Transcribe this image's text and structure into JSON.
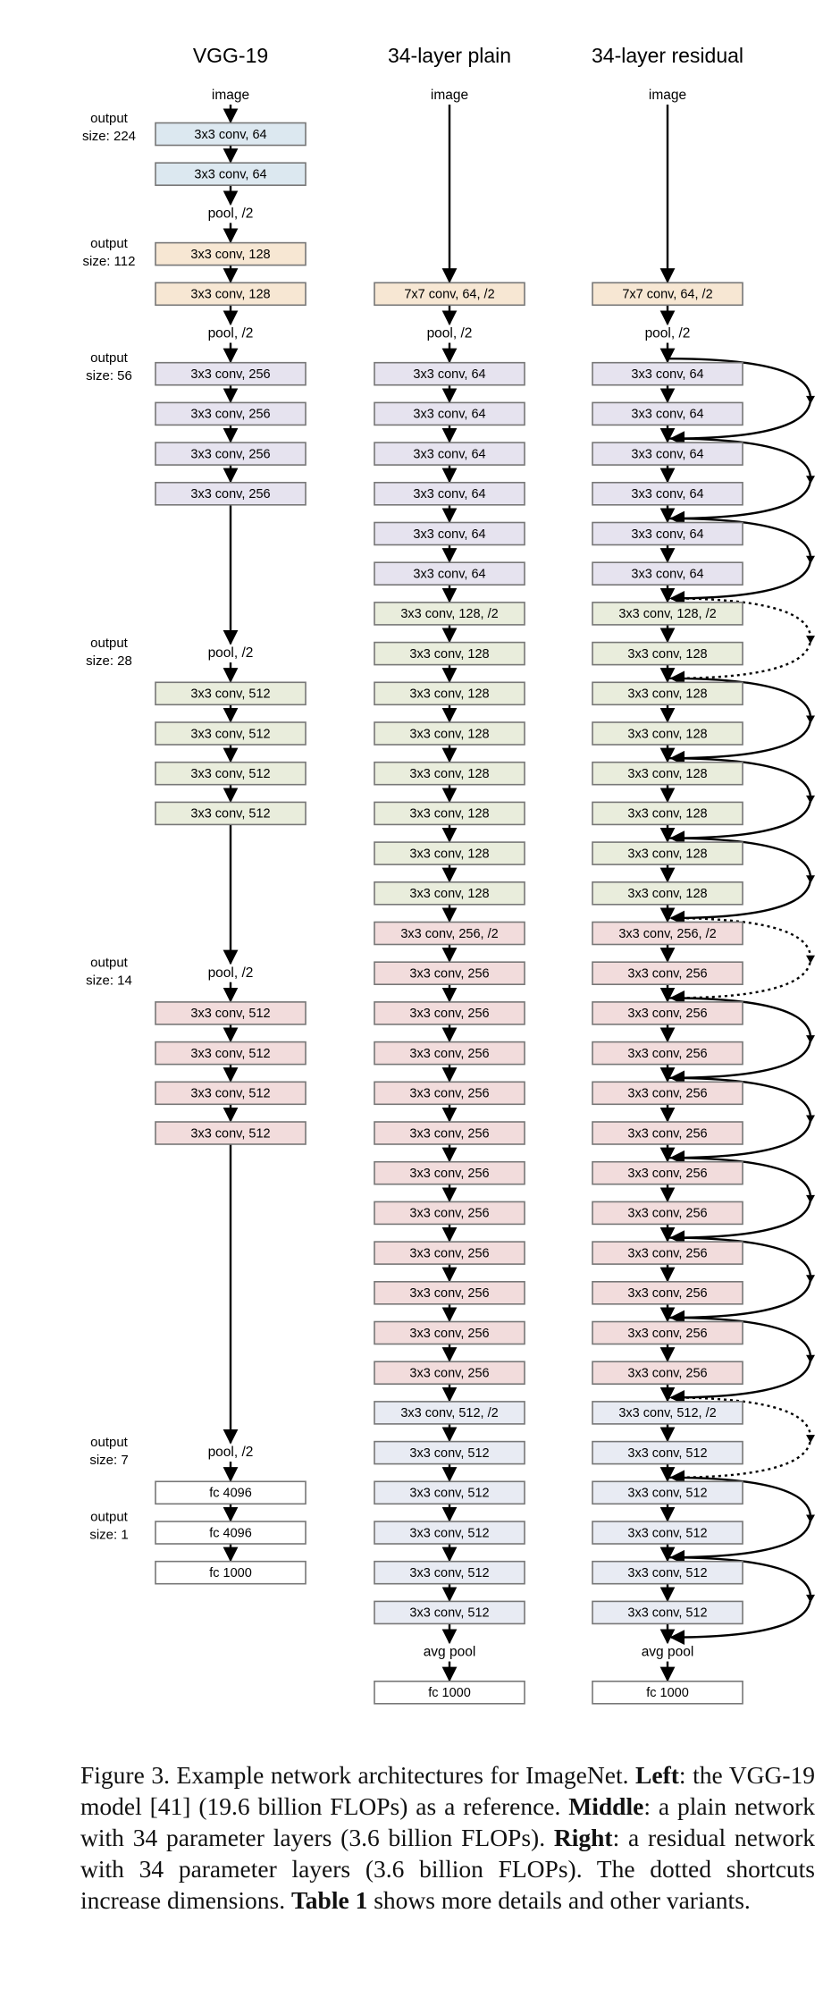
{
  "columns": [
    {
      "id": "vgg",
      "title": "VGG-19",
      "input_label": "image",
      "layers": [
        {
          "kind": "box",
          "label": "3x3 conv, 64",
          "color": "#dce8f0"
        },
        {
          "kind": "box",
          "label": "3x3 conv, 64",
          "color": "#dce8f0"
        },
        {
          "kind": "text",
          "label": "pool, /2"
        },
        {
          "kind": "box",
          "label": "3x3 conv, 128",
          "color": "#f7e7d3"
        },
        {
          "kind": "box",
          "label": "3x3 conv, 128",
          "color": "#f7e7d3"
        },
        {
          "kind": "text",
          "label": "pool, /2"
        },
        {
          "kind": "box",
          "label": "3x3 conv, 256",
          "color": "#e6e3ef"
        },
        {
          "kind": "box",
          "label": "3x3 conv, 256",
          "color": "#e6e3ef"
        },
        {
          "kind": "box",
          "label": "3x3 conv, 256",
          "color": "#e6e3ef"
        },
        {
          "kind": "box",
          "label": "3x3 conv, 256",
          "color": "#e6e3ef"
        },
        {
          "kind": "text",
          "label": "pool, /2"
        },
        {
          "kind": "box",
          "label": "3x3 conv, 512",
          "color": "#e9eddc"
        },
        {
          "kind": "box",
          "label": "3x3 conv, 512",
          "color": "#e9eddc"
        },
        {
          "kind": "box",
          "label": "3x3 conv, 512",
          "color": "#e9eddc"
        },
        {
          "kind": "box",
          "label": "3x3 conv, 512",
          "color": "#e9eddc"
        },
        {
          "kind": "text",
          "label": "pool, /2"
        },
        {
          "kind": "box",
          "label": "3x3 conv, 512",
          "color": "#f2dcdc"
        },
        {
          "kind": "box",
          "label": "3x3 conv, 512",
          "color": "#f2dcdc"
        },
        {
          "kind": "box",
          "label": "3x3 conv, 512",
          "color": "#f2dcdc"
        },
        {
          "kind": "box",
          "label": "3x3 conv, 512",
          "color": "#f2dcdc"
        },
        {
          "kind": "text",
          "label": "pool, /2"
        },
        {
          "kind": "box",
          "label": "fc 4096",
          "color": "#ffffff"
        },
        {
          "kind": "box",
          "label": "fc 4096",
          "color": "#ffffff"
        },
        {
          "kind": "box",
          "label": "fc 1000",
          "color": "#ffffff"
        }
      ]
    },
    {
      "id": "plain",
      "title": "34-layer plain",
      "input_label": "image",
      "layers": [
        {
          "kind": "box",
          "label": "7x7 conv, 64, /2",
          "color": "#f7e7d3"
        },
        {
          "kind": "text",
          "label": "pool, /2"
        },
        {
          "kind": "box",
          "label": "3x3 conv, 64",
          "color": "#e6e3ef"
        },
        {
          "kind": "box",
          "label": "3x3 conv, 64",
          "color": "#e6e3ef"
        },
        {
          "kind": "box",
          "label": "3x3 conv, 64",
          "color": "#e6e3ef"
        },
        {
          "kind": "box",
          "label": "3x3 conv, 64",
          "color": "#e6e3ef"
        },
        {
          "kind": "box",
          "label": "3x3 conv, 64",
          "color": "#e6e3ef"
        },
        {
          "kind": "box",
          "label": "3x3 conv, 64",
          "color": "#e6e3ef"
        },
        {
          "kind": "box",
          "label": "3x3 conv, 128, /2",
          "color": "#e9eddc"
        },
        {
          "kind": "box",
          "label": "3x3 conv, 128",
          "color": "#e9eddc"
        },
        {
          "kind": "box",
          "label": "3x3 conv, 128",
          "color": "#e9eddc"
        },
        {
          "kind": "box",
          "label": "3x3 conv, 128",
          "color": "#e9eddc"
        },
        {
          "kind": "box",
          "label": "3x3 conv, 128",
          "color": "#e9eddc"
        },
        {
          "kind": "box",
          "label": "3x3 conv, 128",
          "color": "#e9eddc"
        },
        {
          "kind": "box",
          "label": "3x3 conv, 128",
          "color": "#e9eddc"
        },
        {
          "kind": "box",
          "label": "3x3 conv, 128",
          "color": "#e9eddc"
        },
        {
          "kind": "box",
          "label": "3x3 conv, 256, /2",
          "color": "#f2dcdc"
        },
        {
          "kind": "box",
          "label": "3x3 conv, 256",
          "color": "#f2dcdc"
        },
        {
          "kind": "box",
          "label": "3x3 conv, 256",
          "color": "#f2dcdc"
        },
        {
          "kind": "box",
          "label": "3x3 conv, 256",
          "color": "#f2dcdc"
        },
        {
          "kind": "box",
          "label": "3x3 conv, 256",
          "color": "#f2dcdc"
        },
        {
          "kind": "box",
          "label": "3x3 conv, 256",
          "color": "#f2dcdc"
        },
        {
          "kind": "box",
          "label": "3x3 conv, 256",
          "color": "#f2dcdc"
        },
        {
          "kind": "box",
          "label": "3x3 conv, 256",
          "color": "#f2dcdc"
        },
        {
          "kind": "box",
          "label": "3x3 conv, 256",
          "color": "#f2dcdc"
        },
        {
          "kind": "box",
          "label": "3x3 conv, 256",
          "color": "#f2dcdc"
        },
        {
          "kind": "box",
          "label": "3x3 conv, 256",
          "color": "#f2dcdc"
        },
        {
          "kind": "box",
          "label": "3x3 conv, 256",
          "color": "#f2dcdc"
        },
        {
          "kind": "box",
          "label": "3x3 conv, 512, /2",
          "color": "#e8ebf3"
        },
        {
          "kind": "box",
          "label": "3x3 conv, 512",
          "color": "#e8ebf3"
        },
        {
          "kind": "box",
          "label": "3x3 conv, 512",
          "color": "#e8ebf3"
        },
        {
          "kind": "box",
          "label": "3x3 conv, 512",
          "color": "#e8ebf3"
        },
        {
          "kind": "box",
          "label": "3x3 conv, 512",
          "color": "#e8ebf3"
        },
        {
          "kind": "box",
          "label": "3x3 conv, 512",
          "color": "#e8ebf3"
        },
        {
          "kind": "text",
          "label": "avg pool"
        },
        {
          "kind": "box",
          "label": "fc 1000",
          "color": "#ffffff"
        }
      ]
    },
    {
      "id": "residual",
      "title": "34-layer residual",
      "input_label": "image",
      "layers": [
        {
          "kind": "box",
          "label": "7x7 conv, 64, /2",
          "color": "#f7e7d3"
        },
        {
          "kind": "text",
          "label": "pool, /2"
        },
        {
          "kind": "box",
          "label": "3x3 conv, 64",
          "color": "#e6e3ef"
        },
        {
          "kind": "box",
          "label": "3x3 conv, 64",
          "color": "#e6e3ef"
        },
        {
          "kind": "box",
          "label": "3x3 conv, 64",
          "color": "#e6e3ef"
        },
        {
          "kind": "box",
          "label": "3x3 conv, 64",
          "color": "#e6e3ef"
        },
        {
          "kind": "box",
          "label": "3x3 conv, 64",
          "color": "#e6e3ef"
        },
        {
          "kind": "box",
          "label": "3x3 conv, 64",
          "color": "#e6e3ef"
        },
        {
          "kind": "box",
          "label": "3x3 conv, 128, /2",
          "color": "#e9eddc"
        },
        {
          "kind": "box",
          "label": "3x3 conv, 128",
          "color": "#e9eddc"
        },
        {
          "kind": "box",
          "label": "3x3 conv, 128",
          "color": "#e9eddc"
        },
        {
          "kind": "box",
          "label": "3x3 conv, 128",
          "color": "#e9eddc"
        },
        {
          "kind": "box",
          "label": "3x3 conv, 128",
          "color": "#e9eddc"
        },
        {
          "kind": "box",
          "label": "3x3 conv, 128",
          "color": "#e9eddc"
        },
        {
          "kind": "box",
          "label": "3x3 conv, 128",
          "color": "#e9eddc"
        },
        {
          "kind": "box",
          "label": "3x3 conv, 128",
          "color": "#e9eddc"
        },
        {
          "kind": "box",
          "label": "3x3 conv, 256, /2",
          "color": "#f2dcdc"
        },
        {
          "kind": "box",
          "label": "3x3 conv, 256",
          "color": "#f2dcdc"
        },
        {
          "kind": "box",
          "label": "3x3 conv, 256",
          "color": "#f2dcdc"
        },
        {
          "kind": "box",
          "label": "3x3 conv, 256",
          "color": "#f2dcdc"
        },
        {
          "kind": "box",
          "label": "3x3 conv, 256",
          "color": "#f2dcdc"
        },
        {
          "kind": "box",
          "label": "3x3 conv, 256",
          "color": "#f2dcdc"
        },
        {
          "kind": "box",
          "label": "3x3 conv, 256",
          "color": "#f2dcdc"
        },
        {
          "kind": "box",
          "label": "3x3 conv, 256",
          "color": "#f2dcdc"
        },
        {
          "kind": "box",
          "label": "3x3 conv, 256",
          "color": "#f2dcdc"
        },
        {
          "kind": "box",
          "label": "3x3 conv, 256",
          "color": "#f2dcdc"
        },
        {
          "kind": "box",
          "label": "3x3 conv, 256",
          "color": "#f2dcdc"
        },
        {
          "kind": "box",
          "label": "3x3 conv, 256",
          "color": "#f2dcdc"
        },
        {
          "kind": "box",
          "label": "3x3 conv, 512, /2",
          "color": "#e8ebf3"
        },
        {
          "kind": "box",
          "label": "3x3 conv, 512",
          "color": "#e8ebf3"
        },
        {
          "kind": "box",
          "label": "3x3 conv, 512",
          "color": "#e8ebf3"
        },
        {
          "kind": "box",
          "label": "3x3 conv, 512",
          "color": "#e8ebf3"
        },
        {
          "kind": "box",
          "label": "3x3 conv, 512",
          "color": "#e8ebf3"
        },
        {
          "kind": "box",
          "label": "3x3 conv, 512",
          "color": "#e8ebf3"
        },
        {
          "kind": "text",
          "label": "avg pool"
        },
        {
          "kind": "box",
          "label": "fc 1000",
          "color": "#ffffff"
        }
      ],
      "shortcuts": [
        {
          "from": 2,
          "to": 4,
          "style": "solid"
        },
        {
          "from": 4,
          "to": 6,
          "style": "solid"
        },
        {
          "from": 6,
          "to": 8,
          "style": "solid"
        },
        {
          "from": 8,
          "to": 10,
          "style": "dotted"
        },
        {
          "from": 10,
          "to": 12,
          "style": "solid"
        },
        {
          "from": 12,
          "to": 14,
          "style": "solid"
        },
        {
          "from": 14,
          "to": 16,
          "style": "solid"
        },
        {
          "from": 16,
          "to": 18,
          "style": "dotted"
        },
        {
          "from": 18,
          "to": 20,
          "style": "solid"
        },
        {
          "from": 20,
          "to": 22,
          "style": "solid"
        },
        {
          "from": 22,
          "to": 24,
          "style": "solid"
        },
        {
          "from": 24,
          "to": 26,
          "style": "solid"
        },
        {
          "from": 26,
          "to": 28,
          "style": "solid"
        },
        {
          "from": 28,
          "to": 30,
          "style": "dotted"
        },
        {
          "from": 30,
          "to": 32,
          "style": "solid"
        },
        {
          "from": 32,
          "to": 34,
          "style": "solid"
        }
      ]
    }
  ],
  "output_sizes": [
    {
      "line1": "output",
      "line2": "size: 224"
    },
    {
      "line1": "output",
      "line2": "size: 112"
    },
    {
      "line1": "output",
      "line2": "size: 56"
    },
    {
      "line1": "output",
      "line2": "size: 28"
    },
    {
      "line1": "output",
      "line2": "size: 14"
    },
    {
      "line1": "output",
      "line2": "size: 7"
    },
    {
      "line1": "output",
      "line2": "size: 1"
    }
  ],
  "caption": {
    "lead": "Figure 3. Example network architectures for ImageNet. ",
    "left_label": "Left",
    "left_text": ": the VGG-19 model [41] (19.6 billion FLOPs) as a reference. ",
    "middle_label": "Middle",
    "middle_text": ": a plain network with 34 parameter layers (3.6 billion FLOPs). ",
    "right_label": "Right",
    "right_text": ": a residual network with 34 parameter layers (3.6 billion FLOPs). The dotted shortcuts increase dimensions. ",
    "table_label": "Table 1",
    "table_text": " shows more details and other variants."
  }
}
